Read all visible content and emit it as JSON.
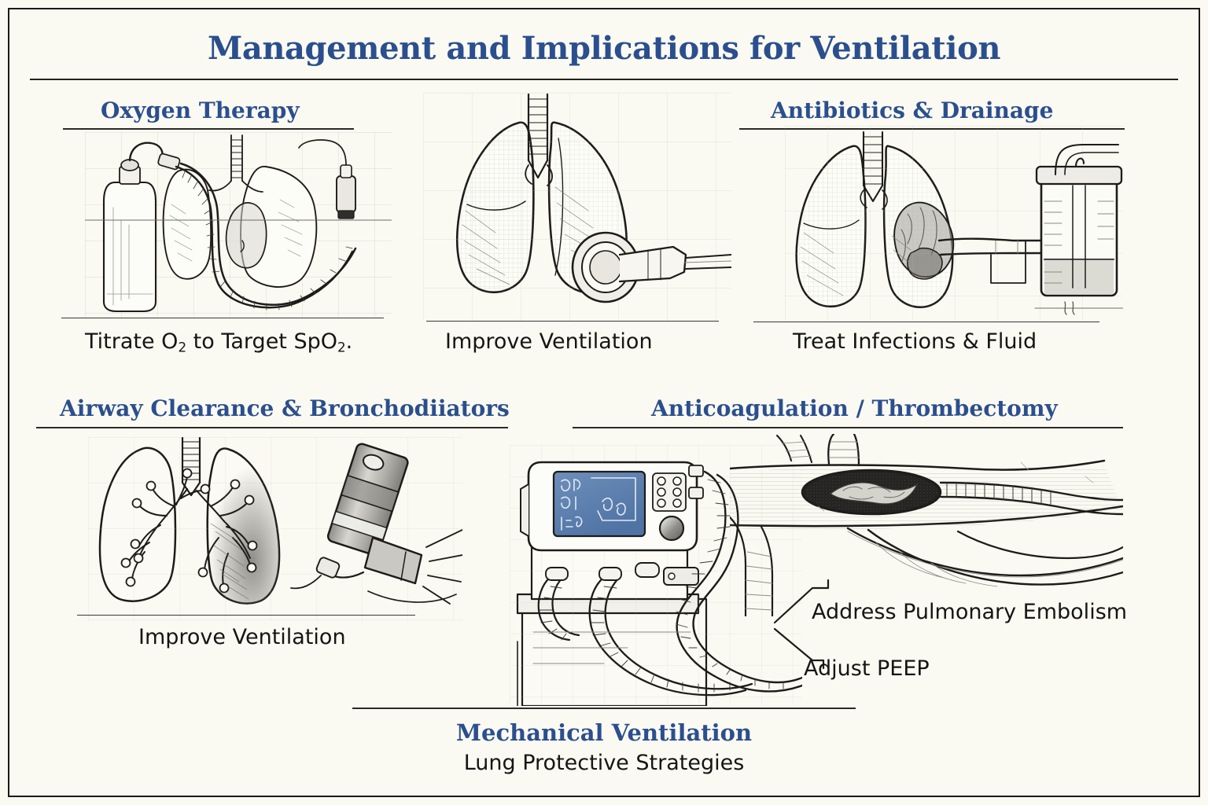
{
  "poster": {
    "title": "Management and Implications for Ventilation",
    "background_color": "#fbfaf2",
    "heading_color": "#2b4f8e",
    "ink_color": "#151515"
  },
  "sections": {
    "oxygen": {
      "heading": "Oxygen Therapy",
      "caption_prefix": "Titrate O",
      "caption_sub1": "2",
      "caption_mid": " to Target SpO",
      "caption_sub2": "2",
      "caption_suffix": ".",
      "illustration": "oxygen-cylinder-and-lungs-illustration"
    },
    "ventilation": {
      "caption": "Improve Ventilation",
      "illustration": "lungs-with-stethoscope-illustration"
    },
    "antibiotics": {
      "heading": "Antibiotics & Drainage",
      "caption": "Treat Infections & Fluid",
      "illustration": "lungs-with-chest-drain-and-collection-jar-illustration"
    },
    "airway": {
      "heading": "Airway Clearance & Bronchodiiators",
      "caption": "Improve Ventilation",
      "illustration": "lungs-with-bronchial-tree-and-inhaler-illustration"
    },
    "anticoagulation": {
      "heading": "Anticoagulation / Thrombectomy",
      "annotation_embolism": "Address Pulmonary Embolism",
      "annotation_peep": "Adjust PEEP",
      "illustration": "pulmonary-vessel-with-thrombus-illustration"
    },
    "mechanical": {
      "title": "Mechanical Ventilation",
      "subtitle": "Lung Protective Strategies",
      "illustration": "mechanical-ventilator-machine-illustration"
    }
  }
}
